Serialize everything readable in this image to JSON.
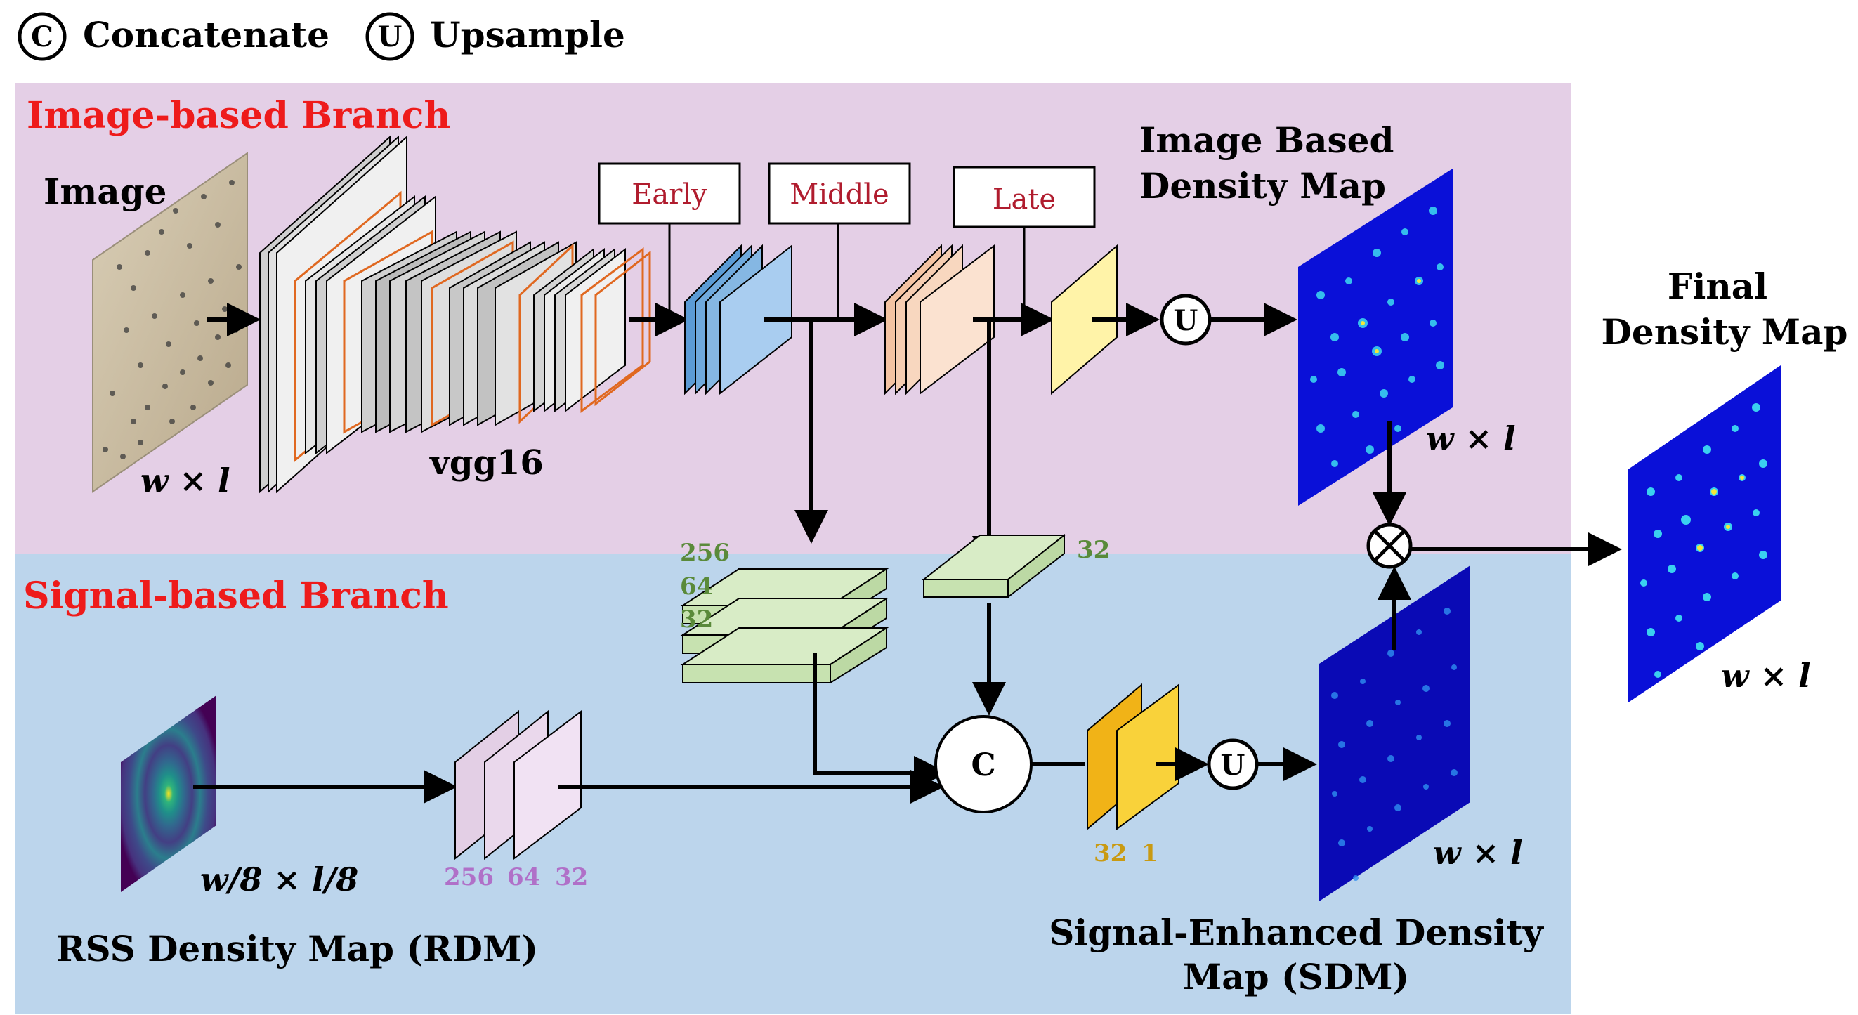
{
  "legend": {
    "concat_symbol": "C",
    "concat_label": "Concatenate",
    "upsample_symbol": "U",
    "upsample_label": "Upsample"
  },
  "image_branch": {
    "title": "Image-based Branch",
    "input_label": "Image",
    "input_size": "w  × l",
    "backbone_label": "vgg16",
    "stage_early": "Early",
    "stage_middle": "Middle",
    "stage_late": "Late",
    "output_title_line1": "Image Based",
    "output_title_line2": "Density Map",
    "output_size": "w × l",
    "colors": {
      "background": "#e4cfe6",
      "title": "#ee1b1b",
      "stage_text": "#b01c2e"
    }
  },
  "fusion": {
    "multiply_symbol": "⊗",
    "final_title_line1": "Final",
    "final_title_line2": "Density Map",
    "final_size": "w  × l",
    "middle_channels": [
      "256",
      "64",
      "32"
    ],
    "late_channels": "32",
    "colors": {
      "channel_text": "#5a8a3a"
    }
  },
  "signal_branch": {
    "title": "Signal-based Branch",
    "rdm_size": "w/8  × l/8",
    "rdm_label": "RSS Density Map (RDM)",
    "rdm_channels": [
      "256",
      "64",
      "32"
    ],
    "sdm_channels": [
      "32",
      "1"
    ],
    "concat_symbol": "C",
    "upsample_symbol": "U",
    "sdm_size": "w  × l",
    "sdm_title_line1": "Signal-Enhanced Density",
    "sdm_title_line2": "Map (SDM)",
    "colors": {
      "background": "#bcd5ec",
      "title": "#ee1b1b",
      "rdm_channel_text": "#b070c8",
      "sdm_channel_text": "#c99a12"
    }
  }
}
